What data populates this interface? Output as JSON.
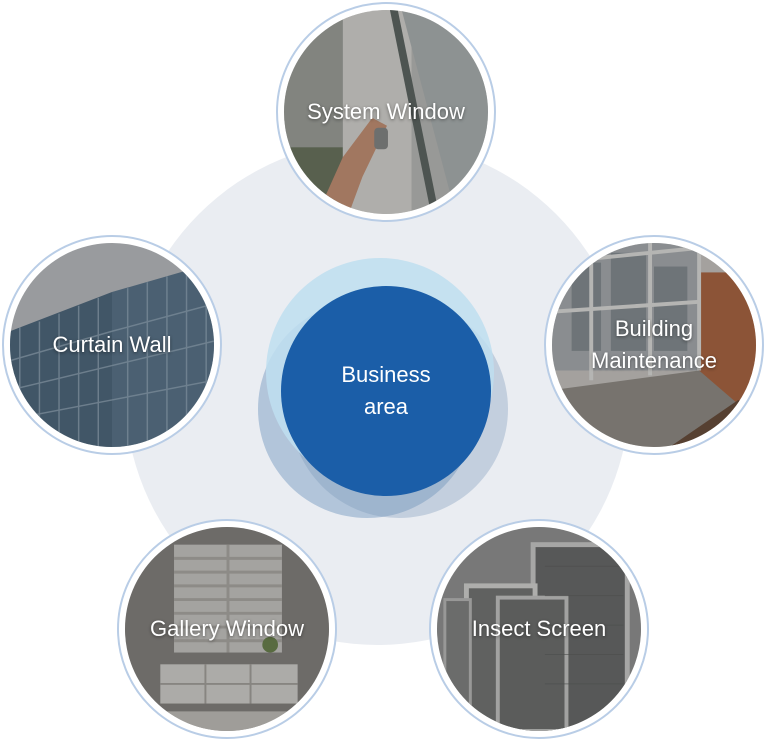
{
  "center": {
    "label": "Business\narea"
  },
  "nodes": [
    {
      "id": "system",
      "label": "System Window"
    },
    {
      "id": "curtain",
      "label": "Curtain Wall"
    },
    {
      "id": "building",
      "label": "Building\nMaintenance"
    },
    {
      "id": "gallery",
      "label": "Gallery Window"
    },
    {
      "id": "insect",
      "label": "Insect Screen"
    }
  ],
  "colors": {
    "background_circle": "#eaedf2",
    "center_core": "#1b5ea8",
    "node_border": "#b9cde6"
  }
}
